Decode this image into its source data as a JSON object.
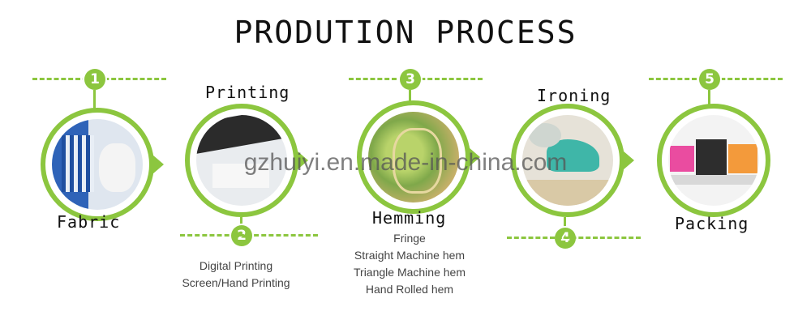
{
  "title": "PRODUTION PROCESS",
  "steps": [
    {
      "number": "1",
      "label": "Fabric",
      "details": []
    },
    {
      "number": "2",
      "label": "Printing",
      "details": [
        "Digital Printing",
        "Screen/Hand Printing"
      ]
    },
    {
      "number": "3",
      "label": "Hemming",
      "details": [
        "Fringe",
        "Straight Machine hem",
        "Triangle Machine hem",
        "Hand Rolled hem"
      ]
    },
    {
      "number": "4",
      "label": "Ironing",
      "details": []
    },
    {
      "number": "5",
      "label": "Packing",
      "details": []
    }
  ],
  "watermark": "gzhuiyi.en.made-in-china.com",
  "colors": {
    "accent": "#8cc63f",
    "text": "#111111"
  }
}
